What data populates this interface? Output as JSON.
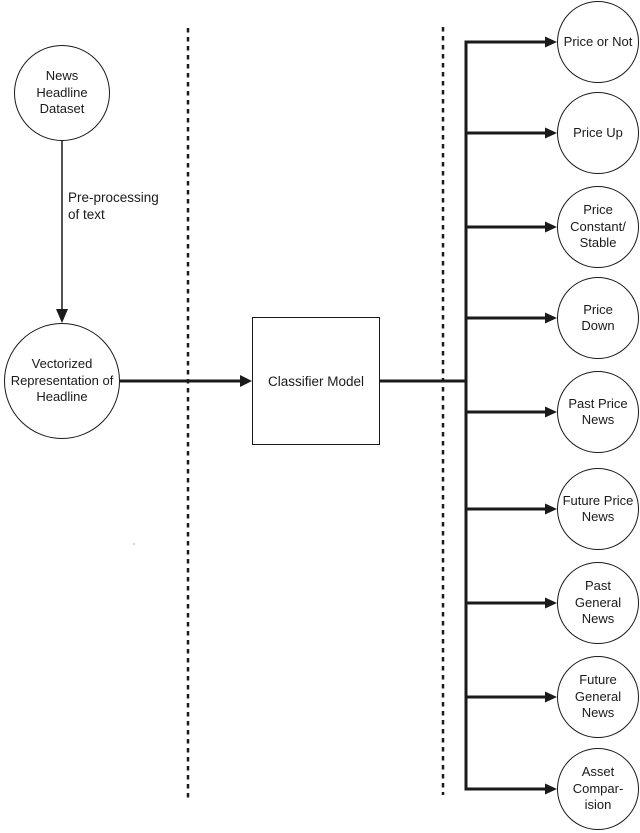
{
  "figure": {
    "background_color": "#ffffff",
    "line_color": "#1a1a1a",
    "pipeline": {
      "dataset_node": {
        "label": "News\nHeadline\nDataset"
      },
      "preprocess_edge": {
        "label": "Pre-processing\nof text"
      },
      "vectorized_node": {
        "label": "Vectorized\nRepresentation of\nHeadline"
      },
      "classifier_node": {
        "label": "Classifier Model"
      }
    },
    "outputs": [
      {
        "label": "Price or Not"
      },
      {
        "label": "Price Up"
      },
      {
        "label": "Price\nConstant/\nStable"
      },
      {
        "label": "Price\nDown"
      },
      {
        "label": "Past Price\nNews"
      },
      {
        "label": "Future Price\nNews"
      },
      {
        "label": "Past\nGeneral\nNews"
      },
      {
        "label": "Future\nGeneral\nNews"
      },
      {
        "label": "Asset\nCompar-\nision"
      }
    ]
  }
}
